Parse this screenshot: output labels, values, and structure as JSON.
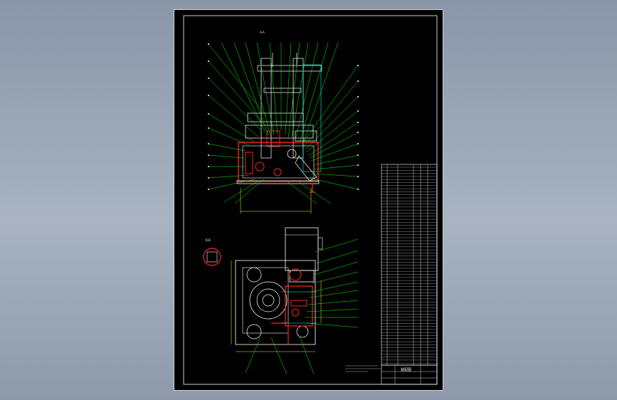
{
  "drawing": {
    "top_view_label": "A-A",
    "section_label": "B-B",
    "title_block_title": "装配图"
  },
  "colors": {
    "background": "#000000",
    "frame": "#ffffff",
    "leader": "#00ff00",
    "part_outline": "#ffffff",
    "section": "#ff2020",
    "hidden": "#00ffff",
    "dimension": "#ffff00"
  }
}
